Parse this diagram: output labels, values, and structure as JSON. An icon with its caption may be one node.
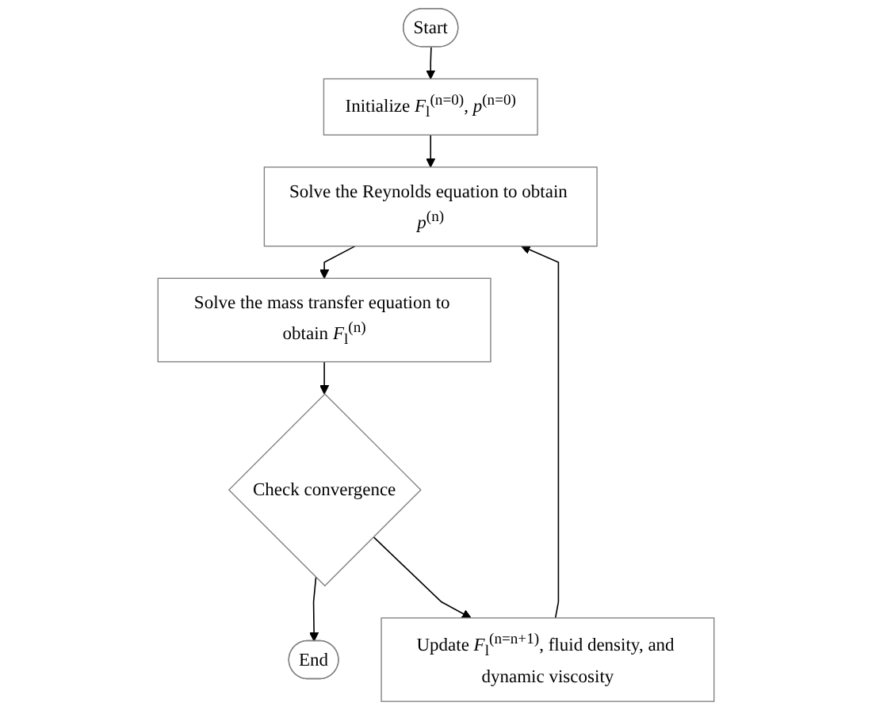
{
  "diagram": {
    "nodes": [
      {
        "text": [
          "Start"
        ]
      },
      {
        "text": [
          "Initialize *F*$_{l}$$^{(n=0)}$, *p*$^{(n=0)}$"
        ]
      },
      {
        "text": [
          "Solve the Reynolds equation to obtain *p*$^{(n)}$"
        ]
      },
      {
        "text": [
          "Update *F*$_{l}$$^{(n=n+1)}$, fluid density, and dynamic viscosity"
        ]
      },
      {
        "text": [
          "Solve the mass transfer equation to obtain *F*$_{l}$$^{(n)}$"
        ]
      },
      {
        "text": [
          "Check convergence"
        ]
      },
      {
        "text": [
          "End"
        ]
      }
    ],
    "edges": [
      {
        "from": 0,
        "to": 1,
        "arrow": "to"
      },
      {
        "from": 1,
        "to": 2,
        "arrow": "to"
      },
      {
        "from": 2,
        "to": 4,
        "arrow": "to"
      },
      {
        "from": 4,
        "to": 5,
        "arrow": "to"
      },
      {
        "from": 5,
        "to": 6,
        "arrow": "to"
      },
      {
        "from": 5,
        "to": 3,
        "arrow": "to"
      },
      {
        "from": 3,
        "to": 2,
        "arrow": "to"
      }
    ]
  }
}
